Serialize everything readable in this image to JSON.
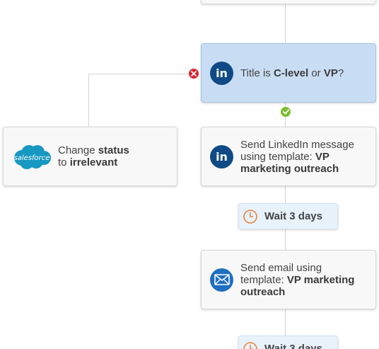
{
  "nodes": {
    "condition": {
      "prefix": "Title is ",
      "bold1": "C-level",
      "middle": " or ",
      "bold2": "VP",
      "suffix": "?"
    },
    "change_status": {
      "icon_text": "salesforce",
      "line1_prefix": "Change ",
      "line1_bold": "status",
      "line2_prefix": "to ",
      "line2_bold": "irrelevant"
    },
    "linkedin_message": {
      "line1": "Send LinkedIn message",
      "line2_prefix": "using template: ",
      "line2_bold": "VP",
      "line3_bold": "marketing outreach"
    },
    "wait_1": {
      "label": "Wait 3 days"
    },
    "send_email": {
      "line1": "Send email using",
      "line2_prefix": "template: ",
      "line2_bold": "VP marketing",
      "line3_bold": "outreach"
    },
    "wait_2": {
      "label": "Wait 3 days"
    }
  },
  "icons": {
    "linkedin": "linkedin-icon",
    "salesforce": "salesforce-icon",
    "email": "envelope-icon",
    "clock": "clock-icon",
    "no_branch": "x-circle-icon",
    "yes_branch": "check-circle-icon"
  },
  "colors": {
    "condition_bg": "#c8ddf3",
    "card_bg": "#f8f8f8",
    "wait_bg": "#e8f2fb",
    "linkedin": "#0f4a86",
    "salesforce": "#1798c1",
    "email": "#1f6fc1",
    "clock": "#e8843a",
    "no": "#d8262f",
    "yes": "#7cbd32"
  }
}
